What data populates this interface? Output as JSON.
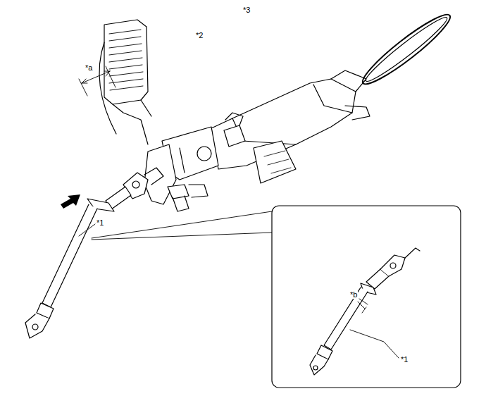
{
  "diagram": {
    "labels": [
      "*3",
      "*2",
      "*a",
      "*1",
      "*b",
      "*1"
    ]
  }
}
